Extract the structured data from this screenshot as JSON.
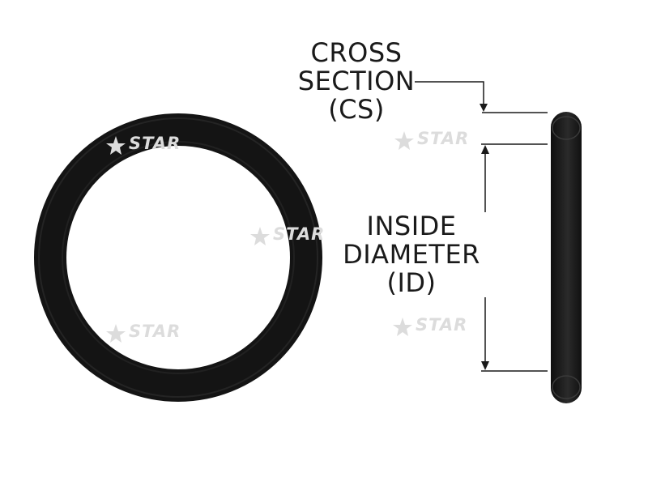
{
  "cross_section_label": {
    "line1": "CROSS",
    "line2": "SECTION",
    "line3": "(CS)"
  },
  "inside_diameter_label": {
    "line1": "INSIDE",
    "line2": "DIAMETER",
    "line3": "(ID)"
  },
  "watermark_text": "STAR",
  "colors": {
    "ring": "#141414",
    "ring_highlight": "#3a3a3a",
    "dimension_line": "#1a1a1a",
    "watermark": "#dcdcdc"
  }
}
